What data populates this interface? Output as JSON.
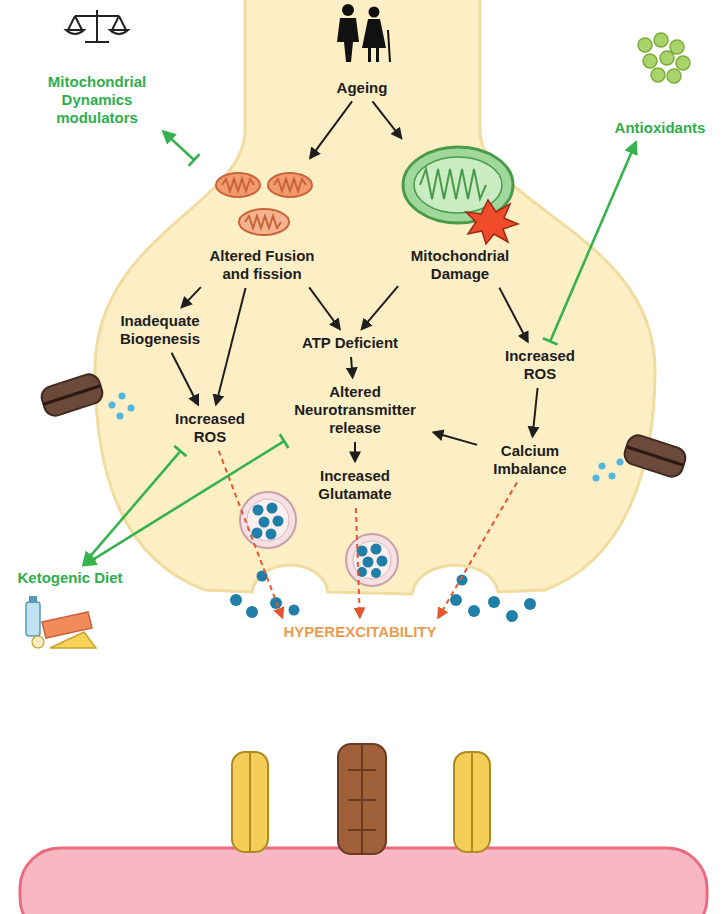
{
  "diagram": {
    "nodes": [
      {
        "text": [
          "Ageing"
        ]
      },
      {
        "text": [
          "Mitochondrial Dynamics modulators"
        ]
      },
      {
        "text": [
          "Antioxidants"
        ]
      },
      {
        "text": [
          "Altered Fusion and fission"
        ]
      },
      {
        "text": [
          "Mitochondrial Damage"
        ]
      },
      {
        "text": [
          "Inadequate Biogenesis"
        ]
      },
      {
        "text": [
          "ATP Deficient"
        ]
      },
      {
        "text": [
          "Increased ROS"
        ]
      },
      {
        "text": [
          "Altered Neurotransmitter release"
        ]
      },
      {
        "text": [
          "Increased ROS"
        ]
      },
      {
        "text": [
          "Calcium Imbalance"
        ]
      },
      {
        "text": [
          "Increased Glutamate"
        ]
      },
      {
        "text": [
          "Ketogenic Diet"
        ]
      },
      {
        "text": [
          "HYPEREXCITABILITY"
        ]
      }
    ],
    "edges": [
      {
        "from": 0,
        "to": 3,
        "arrow": "to"
      },
      {
        "from": 0,
        "to": 4,
        "arrow": "to"
      },
      {
        "from": 3,
        "to": 5,
        "arrow": "to"
      },
      {
        "from": 3,
        "to": 9,
        "arrow": "to"
      },
      {
        "from": 3,
        "to": 6,
        "arrow": "to"
      },
      {
        "from": 4,
        "to": 6,
        "arrow": "to"
      },
      {
        "from": 4,
        "to": 7,
        "arrow": "to"
      },
      {
        "from": 5,
        "to": 9,
        "arrow": "to"
      },
      {
        "from": 6,
        "to": 8,
        "arrow": "to"
      },
      {
        "from": 7,
        "to": 10,
        "arrow": "to"
      },
      {
        "from": 10,
        "to": 8,
        "arrow": "to"
      },
      {
        "from": 8,
        "to": 11,
        "arrow": "to"
      },
      {
        "from": 9,
        "to": 13,
        "arrow": "to"
      },
      {
        "from": 11,
        "to": 13,
        "arrow": "to"
      },
      {
        "from": 10,
        "to": 13,
        "arrow": "to"
      },
      {
        "from": 3,
        "to": 1,
        "arrow": "to"
      },
      {
        "from": 7,
        "to": 2,
        "arrow": "to"
      },
      {
        "from": 9,
        "to": 12,
        "arrow": "to"
      },
      {
        "from": 8,
        "to": 12,
        "arrow": "to"
      }
    ]
  }
}
